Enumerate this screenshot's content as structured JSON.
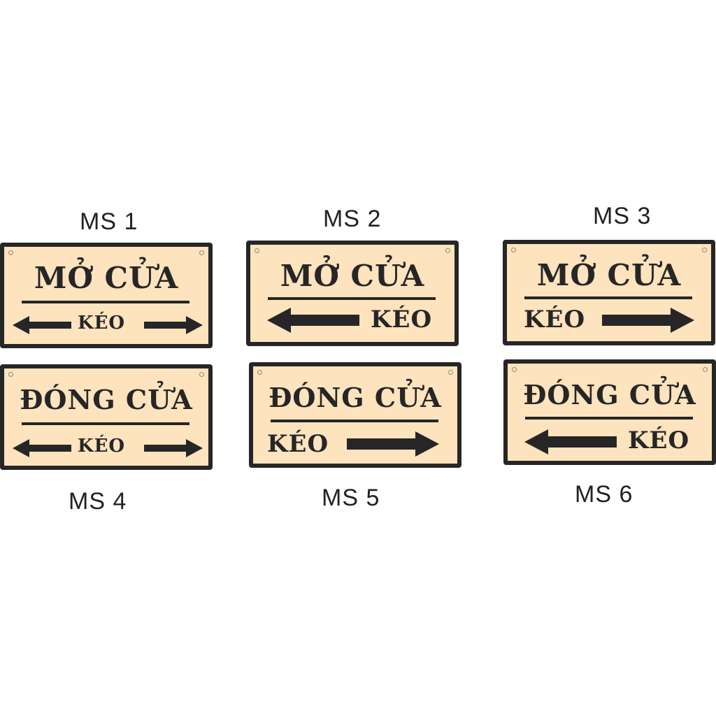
{
  "labels": [
    "MS 1",
    "MS 2",
    "MS 3",
    "MS 4",
    "MS 5",
    "MS 6"
  ],
  "open_text": "MỞ CỬA",
  "close_text": "ĐÓNG CỬA",
  "pull_text": "KÉO",
  "colors": {
    "sign_bg": "#fde3be",
    "sign_border": "#262626",
    "ink": "#262626"
  },
  "signs": [
    {
      "id": "MS 1",
      "title": "open_text",
      "arrows": "both"
    },
    {
      "id": "MS 2",
      "title": "open_text",
      "arrows": "left"
    },
    {
      "id": "MS 3",
      "title": "open_text",
      "arrows": "right"
    },
    {
      "id": "MS 4",
      "title": "close_text",
      "arrows": "both"
    },
    {
      "id": "MS 5",
      "title": "close_text",
      "arrows": "right"
    },
    {
      "id": "MS 6",
      "title": "close_text",
      "arrows": "left"
    }
  ]
}
